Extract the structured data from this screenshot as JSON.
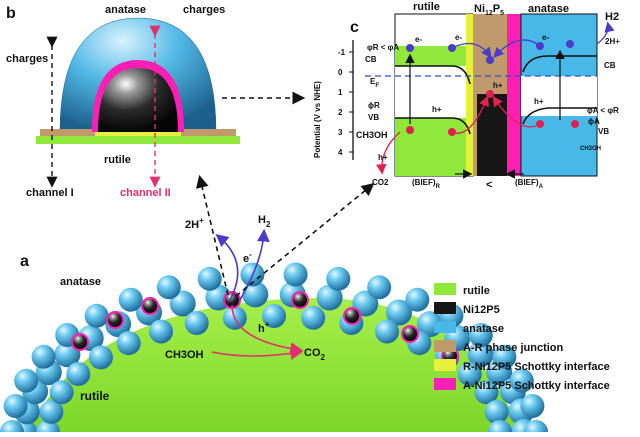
{
  "panel_labels": {
    "a": "a",
    "b": "b",
    "c": "c"
  },
  "panel_b": {
    "anatase": "anatase",
    "charges_left": "charges",
    "charges_right": "charges",
    "rutile": "rutile",
    "channel1": "channel I",
    "channel2": "channel II"
  },
  "panel_c": {
    "rutile": "rutile",
    "ni_base": "Ni",
    "ni_sub1": "12",
    "ni_mid": "P",
    "ni_sub2": "5",
    "anatase": "anatase",
    "y_axis": "Potential (V vs NHE)",
    "y_ticks": [
      "-1",
      "0",
      "1",
      "2",
      "3",
      "4"
    ],
    "cb_left": "CB",
    "cb_right": "CB",
    "ef": "E",
    "ef_sub": "F",
    "vb_left": "VB",
    "vb_right": "VB",
    "phi_top_left": "φR < φA",
    "phi_right": "φA < φR",
    "phi_r": "ϕR",
    "phi_a": "ϕA",
    "h2": "H2",
    "h2plus": "2H+",
    "ch3oh": "CH3OH",
    "co2": "CO2",
    "h_plus": "h+",
    "e_minus": "e-",
    "bief_r": "(BIEF)",
    "bief_r_sub": "R",
    "lt": "<",
    "bief_a": "(BIEF)",
    "bief_a_sub": "A"
  },
  "panel_a": {
    "anatase": "anatase",
    "rutile": "rutile",
    "h2": "H",
    "h2_sub": "2",
    "twoh": "2H",
    "twoh_sup": "+",
    "e": "e",
    "e_sup": "-",
    "h": "h",
    "h_sup": "+",
    "ch3oh": "CH3OH",
    "co2": "CO",
    "co2_sub": "2"
  },
  "legend": [
    {
      "label": "rutile",
      "color": "#8fe83a"
    },
    {
      "label": "Ni12P5",
      "color": "#161616"
    },
    {
      "label": "anatase",
      "color": "#48b8e8"
    },
    {
      "label": "A-R phase junction",
      "color": "#c09a6a"
    },
    {
      "label": "R-Ni12P5 Schottky interface",
      "color": "#e6f03c"
    },
    {
      "label": "A-Ni12P5 Schottky interface",
      "color": "#ff1fb4"
    }
  ]
}
